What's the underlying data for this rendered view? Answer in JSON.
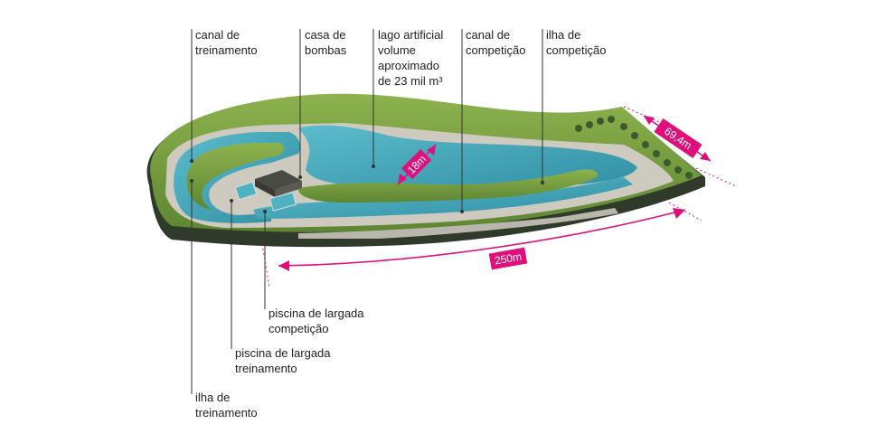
{
  "labels": {
    "canal_treinamento": {
      "line1": "canal de",
      "line2": "treinamento"
    },
    "casa_bombas": {
      "line1": "casa de",
      "line2": "bombas"
    },
    "lago_artificial": {
      "line1": "lago artificial",
      "line2": "volume",
      "line3": "aproximado",
      "line4": "de 23 mil m³"
    },
    "canal_competicao": {
      "line1": "canal de",
      "line2": "competição"
    },
    "ilha_competicao": {
      "line1": "ilha de",
      "line2": "competição"
    },
    "piscina_largada_competicao": {
      "line1": "piscina de largada",
      "line2": "competição"
    },
    "piscina_largada_treinamento": {
      "line1": "piscina de largada",
      "line2": "treinamento"
    },
    "ilha_treinamento": {
      "line1": "ilha de",
      "line2": "treinamento"
    }
  },
  "dimensions": {
    "width": "69,4m",
    "lake": "18m",
    "length": "250m"
  },
  "colors": {
    "accent": "#e0107a",
    "water": "#3fa3b5",
    "grass": "#7ca044",
    "concrete": "#c9c4ba",
    "base": "#2f3a2a",
    "leader": "#333333"
  }
}
